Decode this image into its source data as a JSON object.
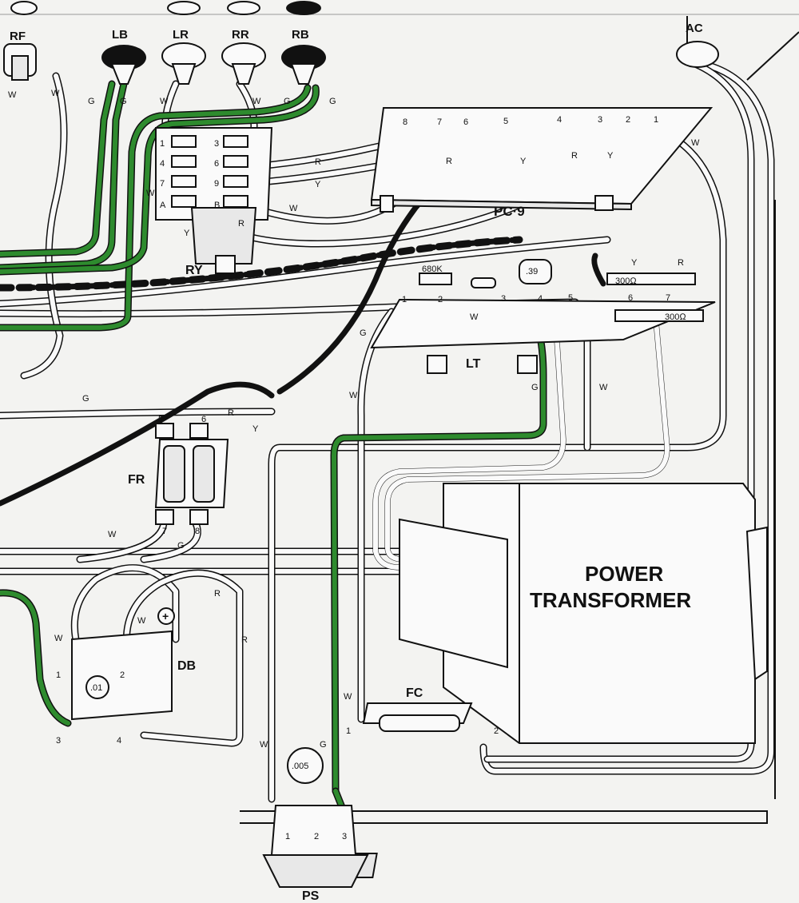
{
  "jacks": {
    "rf": "RF",
    "lb": "LB",
    "lr": "LR",
    "rr": "RR",
    "rb": "RB",
    "ac": "AC"
  },
  "relay": {
    "label": "RY",
    "pins": [
      "1",
      "3",
      "4",
      "6",
      "7",
      "9",
      "A",
      "B"
    ]
  },
  "pc_board": {
    "label": "PC·9",
    "pins": [
      "8",
      "7",
      "6",
      "5",
      "4",
      "3",
      "2",
      "1"
    ]
  },
  "lug_strip": {
    "label": "LT",
    "pins": [
      "1",
      "2",
      "3",
      "4",
      "5",
      "6",
      "7"
    ],
    "resistor": "680K",
    "capacitor": ".39",
    "res_a": "300Ω",
    "res_b": "300Ω"
  },
  "fuse_relay": {
    "label": "FR",
    "pins": [
      "5",
      "6",
      "7",
      "8"
    ]
  },
  "diode_bridge": {
    "label": "DB",
    "plus": "+",
    "cap": ".01",
    "pins": [
      "1",
      "2",
      "3",
      "4"
    ]
  },
  "fuse_clip": {
    "label": "FC",
    "pins": [
      "1",
      "2"
    ]
  },
  "transformer": {
    "line1": "POWER",
    "line2": "TRANSFORMER"
  },
  "power_switch": {
    "label": "PS",
    "cap": ".005",
    "pins": [
      "1",
      "2",
      "3"
    ]
  },
  "wire_codes": {
    "white": "W",
    "green": "G",
    "red": "R",
    "yellow": "Y"
  },
  "colors": {
    "paper": "#f3f3f1",
    "ink": "#111111",
    "highlight_green": "#2e8b2e"
  }
}
